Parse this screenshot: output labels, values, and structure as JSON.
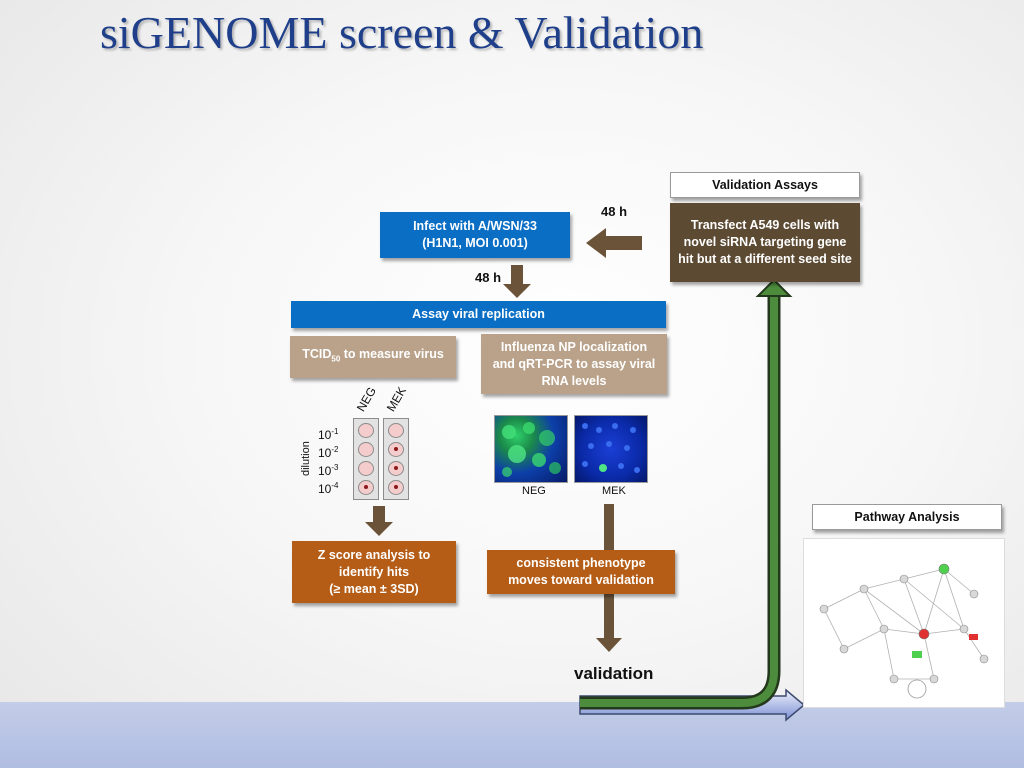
{
  "title": "siGENOME screen & Validation",
  "validation_assays": {
    "header": "Validation Assays",
    "transfect": "Transfect A549 cells with novel siRNA targeting gene hit but at a different seed site"
  },
  "time_labels": {
    "first": "48 h",
    "second": "48 h"
  },
  "infect": {
    "line1": "Infect with A/WSN/33",
    "line2": "(H1N1, MOI 0.001)"
  },
  "assay": "Assay viral replication",
  "tcid": {
    "prefix": "TCID",
    "sub": "50",
    "suffix": " to measure virus"
  },
  "influenza": "Influenza NP localization and qRT-PCR to assay viral  RNA levels",
  "plate": {
    "neg_label": "NEG",
    "mek_label": "MEK",
    "axis_label": "dilution",
    "dilutions": [
      {
        "base": "10",
        "exp": "-1"
      },
      {
        "base": "10",
        "exp": "-2"
      },
      {
        "base": "10",
        "exp": "-3"
      },
      {
        "base": "10",
        "exp": "-4"
      }
    ]
  },
  "micrographs": {
    "neg_label": "NEG",
    "mek_label": "MEK"
  },
  "zscore": {
    "line1": "Z score analysis to identify hits",
    "line2": "(≥ mean ± 3SD)"
  },
  "consistent": "consistent phenotype moves toward validation",
  "validation_word": "validation",
  "pathway_header": "Pathway Analysis",
  "colors": {
    "blue_box": "#0a6ec4",
    "brown_box": "#5c4a33",
    "tan_box": "#b9a289",
    "orange_box": "#b55d16",
    "green_arrow": "#4c8c3c",
    "title": "#1f3f8a"
  }
}
